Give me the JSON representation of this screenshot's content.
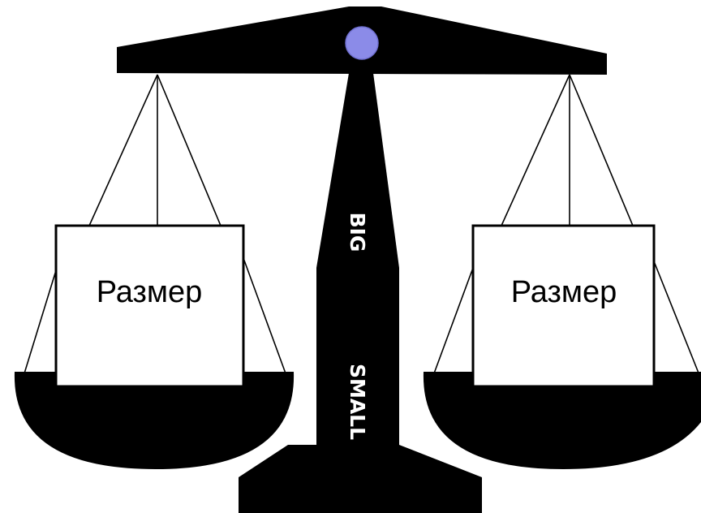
{
  "scale": {
    "left_box_label": "Размер",
    "right_box_label": "Размер",
    "post_upper_label": "BIG",
    "post_lower_label": "SMALL"
  },
  "colors": {
    "structure": "#000000",
    "background": "#ffffff",
    "pivot": "#8b8be8",
    "box_fill": "#ffffff"
  }
}
